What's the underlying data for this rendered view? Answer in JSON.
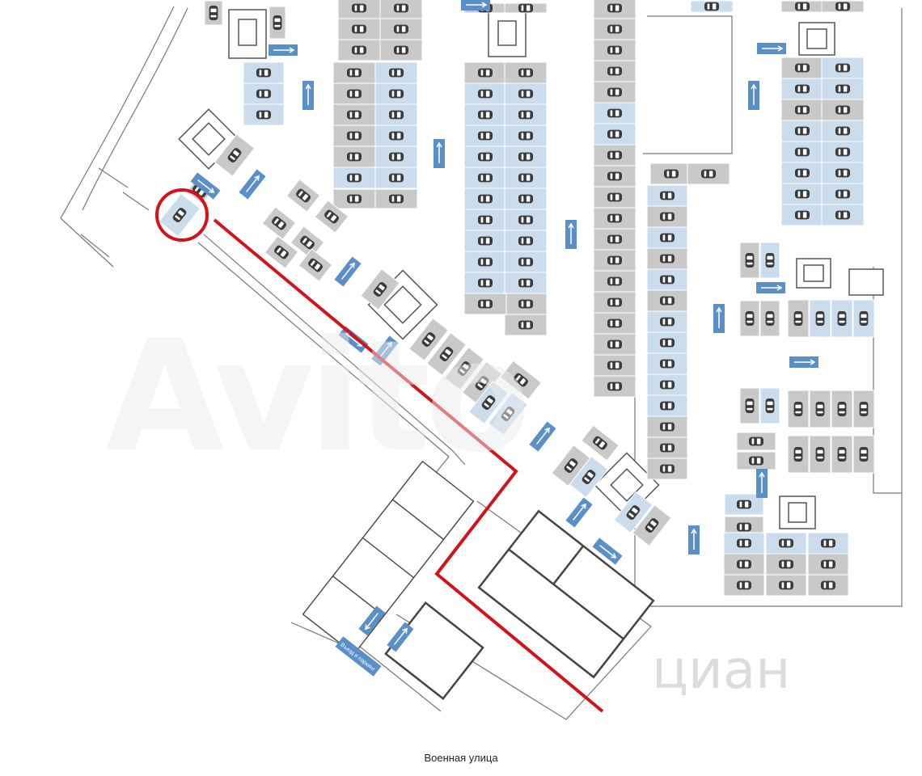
{
  "map": {
    "street_label": "Военная улица",
    "entrance_label": "Въезд в паркинг",
    "watermarks": {
      "left": "Avito",
      "right": "циан"
    },
    "colors": {
      "space_gray": "#c9c9c9",
      "space_blue": "#cbdcec",
      "arrow_blue": "#5b8fc7",
      "route_red": "#d4121a",
      "wall": "#555555"
    },
    "marker": {
      "type": "circle",
      "color": "red",
      "meaning": "selected parking space"
    },
    "route": {
      "color": "red",
      "from": "entrance",
      "to": "selected parking space"
    }
  }
}
